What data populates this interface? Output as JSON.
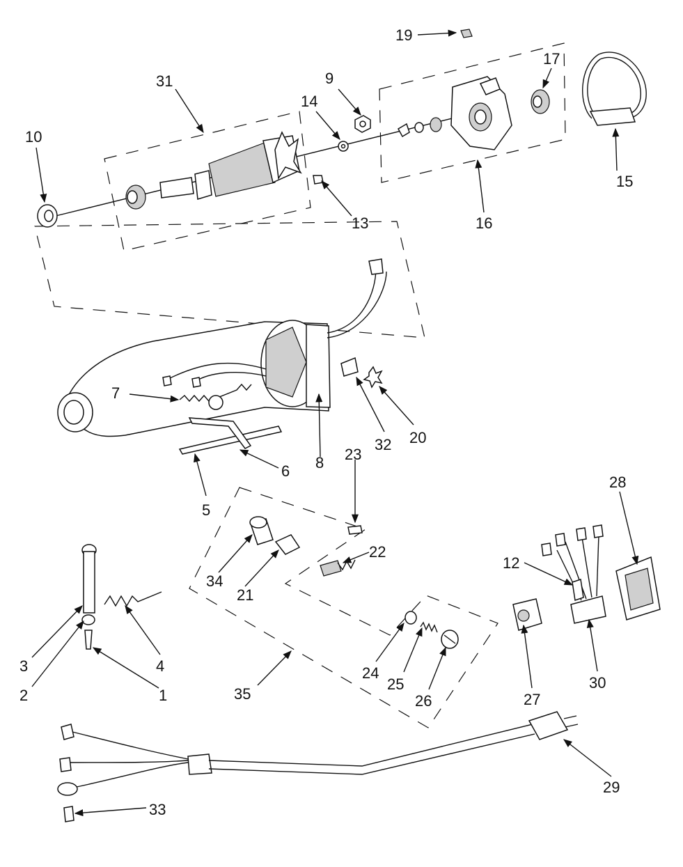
{
  "callouts": [
    {
      "id": "c1",
      "text": "1"
    },
    {
      "id": "c2",
      "text": "2"
    },
    {
      "id": "c3",
      "text": "3"
    },
    {
      "id": "c4",
      "text": "4"
    },
    {
      "id": "c5",
      "text": "5"
    },
    {
      "id": "c6",
      "text": "6"
    },
    {
      "id": "c7",
      "text": "7"
    },
    {
      "id": "c8",
      "text": "8"
    },
    {
      "id": "c9",
      "text": "9"
    },
    {
      "id": "c10",
      "text": "10"
    },
    {
      "id": "c12",
      "text": "12"
    },
    {
      "id": "c13",
      "text": "13"
    },
    {
      "id": "c14",
      "text": "14"
    },
    {
      "id": "c15",
      "text": "15"
    },
    {
      "id": "c16",
      "text": "16"
    },
    {
      "id": "c17",
      "text": "17"
    },
    {
      "id": "c19",
      "text": "19"
    },
    {
      "id": "c20",
      "text": "20"
    },
    {
      "id": "c21",
      "text": "21"
    },
    {
      "id": "c22",
      "text": "22"
    },
    {
      "id": "c23",
      "text": "23"
    },
    {
      "id": "c24",
      "text": "24"
    },
    {
      "id": "c25",
      "text": "25"
    },
    {
      "id": "c26",
      "text": "26"
    },
    {
      "id": "c27",
      "text": "27"
    },
    {
      "id": "c28",
      "text": "28"
    },
    {
      "id": "c29",
      "text": "29"
    },
    {
      "id": "c30",
      "text": "30"
    },
    {
      "id": "c31",
      "text": "31"
    },
    {
      "id": "c32",
      "text": "32"
    },
    {
      "id": "c33",
      "text": "33"
    },
    {
      "id": "c34",
      "text": "34"
    },
    {
      "id": "c35",
      "text": "35"
    }
  ]
}
